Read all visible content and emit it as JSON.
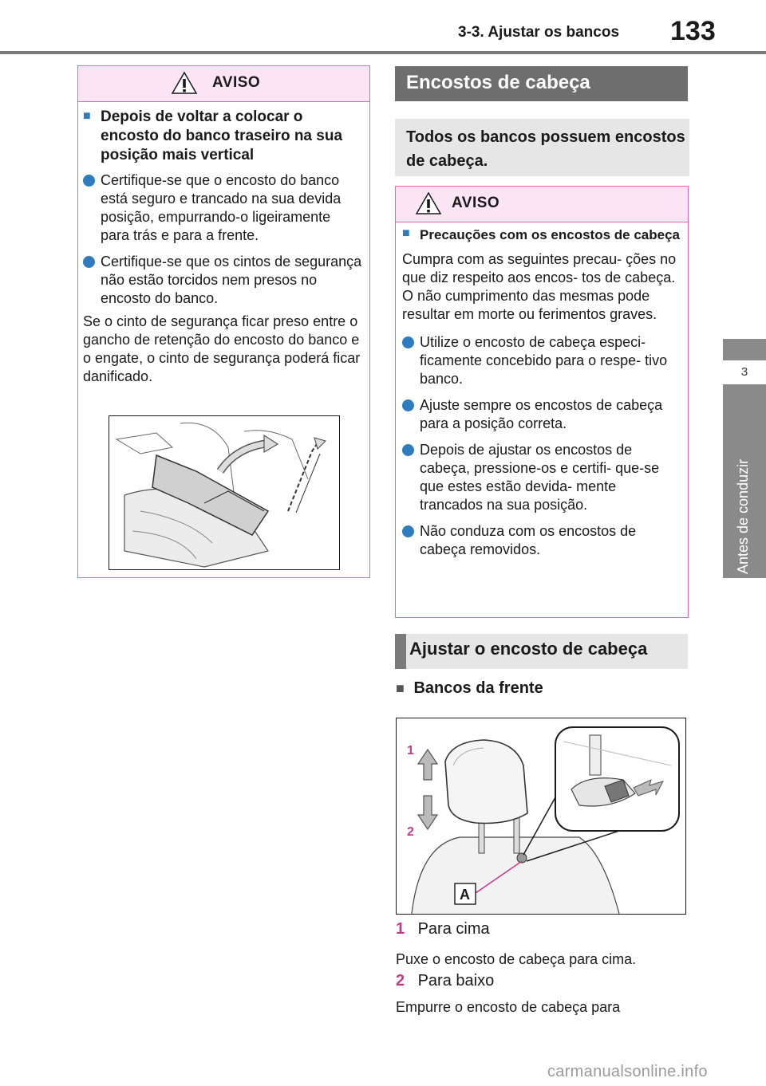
{
  "header": {
    "section_title": "3-3. Ajustar os bancos",
    "page_number": "133"
  },
  "side_tab": {
    "chapter_number": "3",
    "chapter_title": "Antes de conduzir"
  },
  "left_warning": {
    "label": "AVISO",
    "heading": "Depois de voltar a colocar o encosto do banco traseiro na sua posição mais vertical",
    "bullets": [
      "Certifique-se que o encosto do banco está seguro e trancado na sua devida posição, empurrando-o ligeiramente para trás e para a frente.",
      "Certifique-se que os cintos de segurança não estão torcidos nem presos no encosto do banco."
    ],
    "paragraph": "Se o cinto de segurança ficar preso entre o gancho de retenção do encosto do banco e o engate, o cinto de segurança poderá ficar danificado."
  },
  "headrests": {
    "title": "Encostos de cabeça",
    "intro": "Todos os bancos possuem encostos de cabeça."
  },
  "right_warning": {
    "label": "AVISO",
    "heading": "Precauções com os encostos de cabeça",
    "paragraph": "Cumpra com as seguintes precau- ções no que diz respeito aos encos- tos de cabeça. O não cumprimento das mesmas pode resultar em morte ou ferimentos graves.",
    "bullets": [
      "Utilize o encosto de cabeça especi- ficamente concebido para o respe- tivo banco.",
      "Ajuste sempre os encostos de cabeça para a posição correta.",
      "Depois de ajustar os encostos de cabeça, pressione-os e certifi- que-se que estes estão devida- mente trancados na sua posição.",
      "Não conduza com os encostos de cabeça removidos."
    ]
  },
  "adjust": {
    "title": "Ajustar o encosto de cabeça",
    "subheading": "Bancos da frente",
    "figure_labels": {
      "up": "1",
      "down": "2",
      "callout": "A"
    },
    "steps": [
      {
        "num": "1",
        "label": "Para cima",
        "desc": "Puxe o encosto de cabeça para cima."
      },
      {
        "num": "2",
        "label": "Para baixo",
        "desc": "Empurre o encosto de cabeça para"
      }
    ]
  },
  "watermark": "carmanualsonline.info",
  "colors": {
    "accent_blue": "#2e7bbf",
    "warning_border": "#e066b5",
    "warning_fill": "#fbe4f4",
    "step_pink": "#c43a8a"
  }
}
